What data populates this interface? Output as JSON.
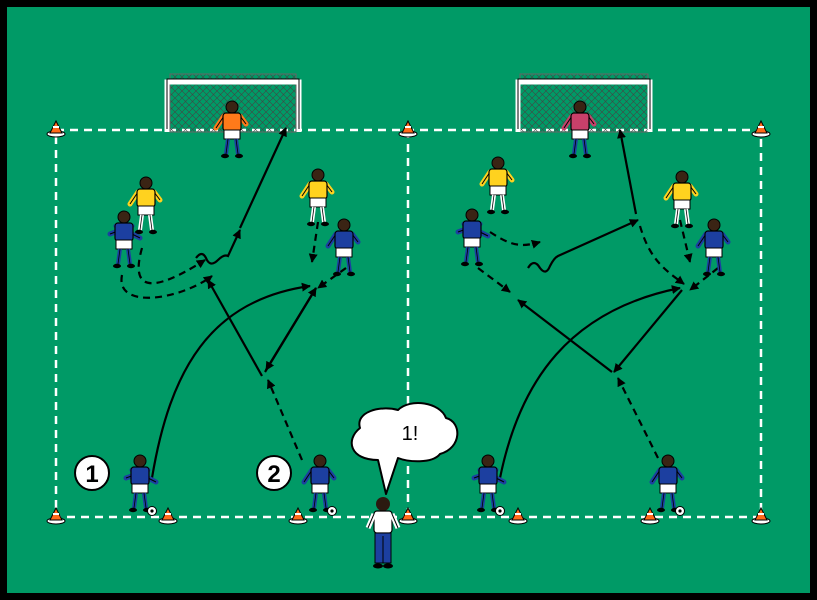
{
  "colors": {
    "pitch": "#009a66",
    "border": "#000000",
    "lines": "#ffffff",
    "cone": "#ff6a1a",
    "team_blue": "#1c3fa0",
    "team_yellow": "#ffd21f",
    "keeper_left": "#ff7a1a",
    "keeper_right": "#c8406a"
  },
  "labels": {
    "badge_1": "1",
    "badge_2": "2",
    "coach_bubble": "1!"
  },
  "icons": [
    "goal-icon",
    "cone-icon",
    "player-icon",
    "goalkeeper-icon",
    "ball-icon",
    "coach-icon",
    "arrow-icon"
  ]
}
